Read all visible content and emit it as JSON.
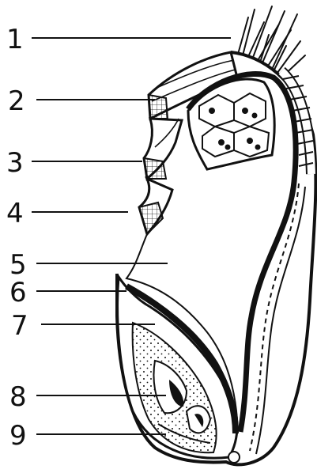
{
  "diagram": {
    "callouts": [
      {
        "number": "1"
      },
      {
        "number": "2"
      },
      {
        "number": "3"
      },
      {
        "number": "4"
      },
      {
        "number": "5"
      },
      {
        "number": "6"
      },
      {
        "number": "7"
      },
      {
        "number": "8"
      },
      {
        "number": "9"
      }
    ]
  },
  "colors": {
    "ink": "#111111",
    "paper": "#ffffff"
  }
}
